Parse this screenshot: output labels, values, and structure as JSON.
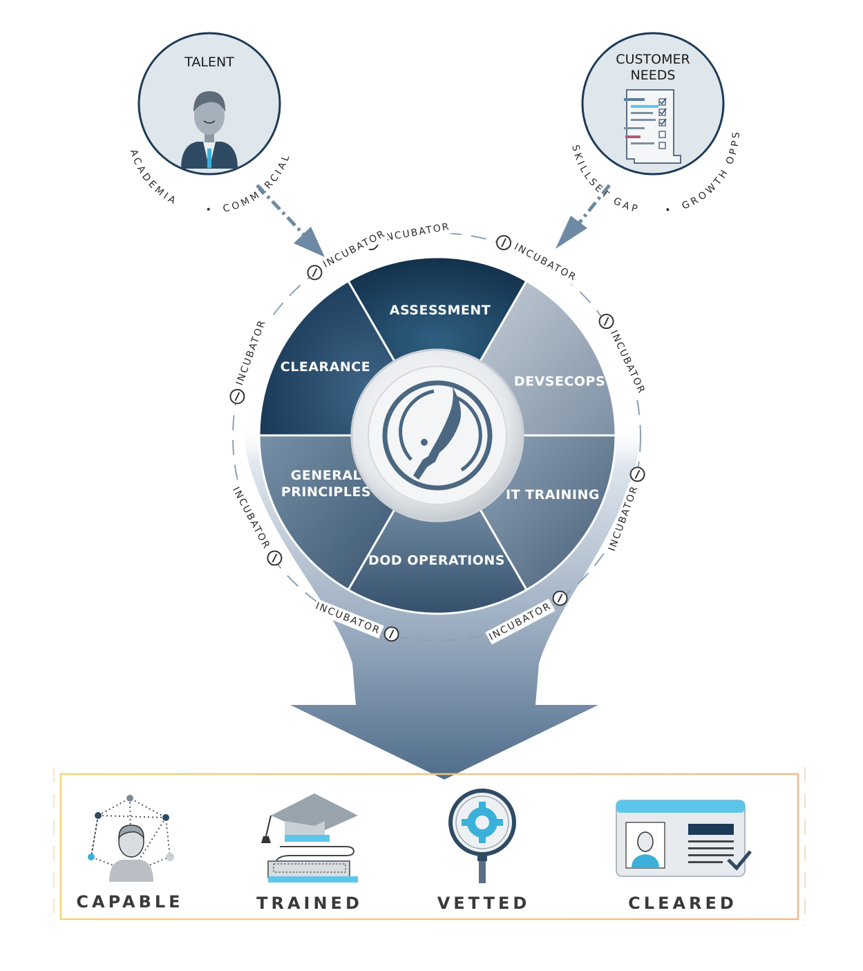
{
  "talent": {
    "title": "TALENT",
    "subtitle_left": "ACADEMIA",
    "subtitle_sep": "•",
    "subtitle_right": "COMMERCIAL",
    "icon": "businessman-icon"
  },
  "customer": {
    "title_line1": "CUSTOMER",
    "title_line2": "NEEDS",
    "subtitle_left": "SKILLSET GAP",
    "subtitle_sep": "•",
    "subtitle_right": "GROWTH OPPS",
    "icon": "checklist-icon"
  },
  "wheel": {
    "segments": [
      {
        "label_line1": "ASSESSMENT",
        "label_line2": ""
      },
      {
        "label_line1": "DEVSECOPS",
        "label_line2": ""
      },
      {
        "label_line1": "IT TRAINING",
        "label_line2": ""
      },
      {
        "label_line1": "DOD OPERATIONS",
        "label_line2": ""
      },
      {
        "label_line1": "GENERAL",
        "label_line2": "PRINCIPLES"
      },
      {
        "label_line1": "CLEARANCE",
        "label_line2": ""
      }
    ],
    "center_icon": "blade-logo-icon"
  },
  "ring_label": "INCUBATOR",
  "outcomes": [
    {
      "label": "CAPABLE",
      "icon": "network-person-icon"
    },
    {
      "label": "TRAINED",
      "icon": "graduation-keyboard-icon"
    },
    {
      "label": "VETTED",
      "icon": "gear-magnifier-icon"
    },
    {
      "label": "CLEARED",
      "icon": "id-card-check-icon"
    }
  ],
  "colors": {
    "navy": "#17344f",
    "steel": "#5b7690",
    "light_steel": "#a9b7c6",
    "circle_fill": "#dfe5eb",
    "accent_blue": "#5cc6ea",
    "frame_orange": "#f0c27a"
  }
}
